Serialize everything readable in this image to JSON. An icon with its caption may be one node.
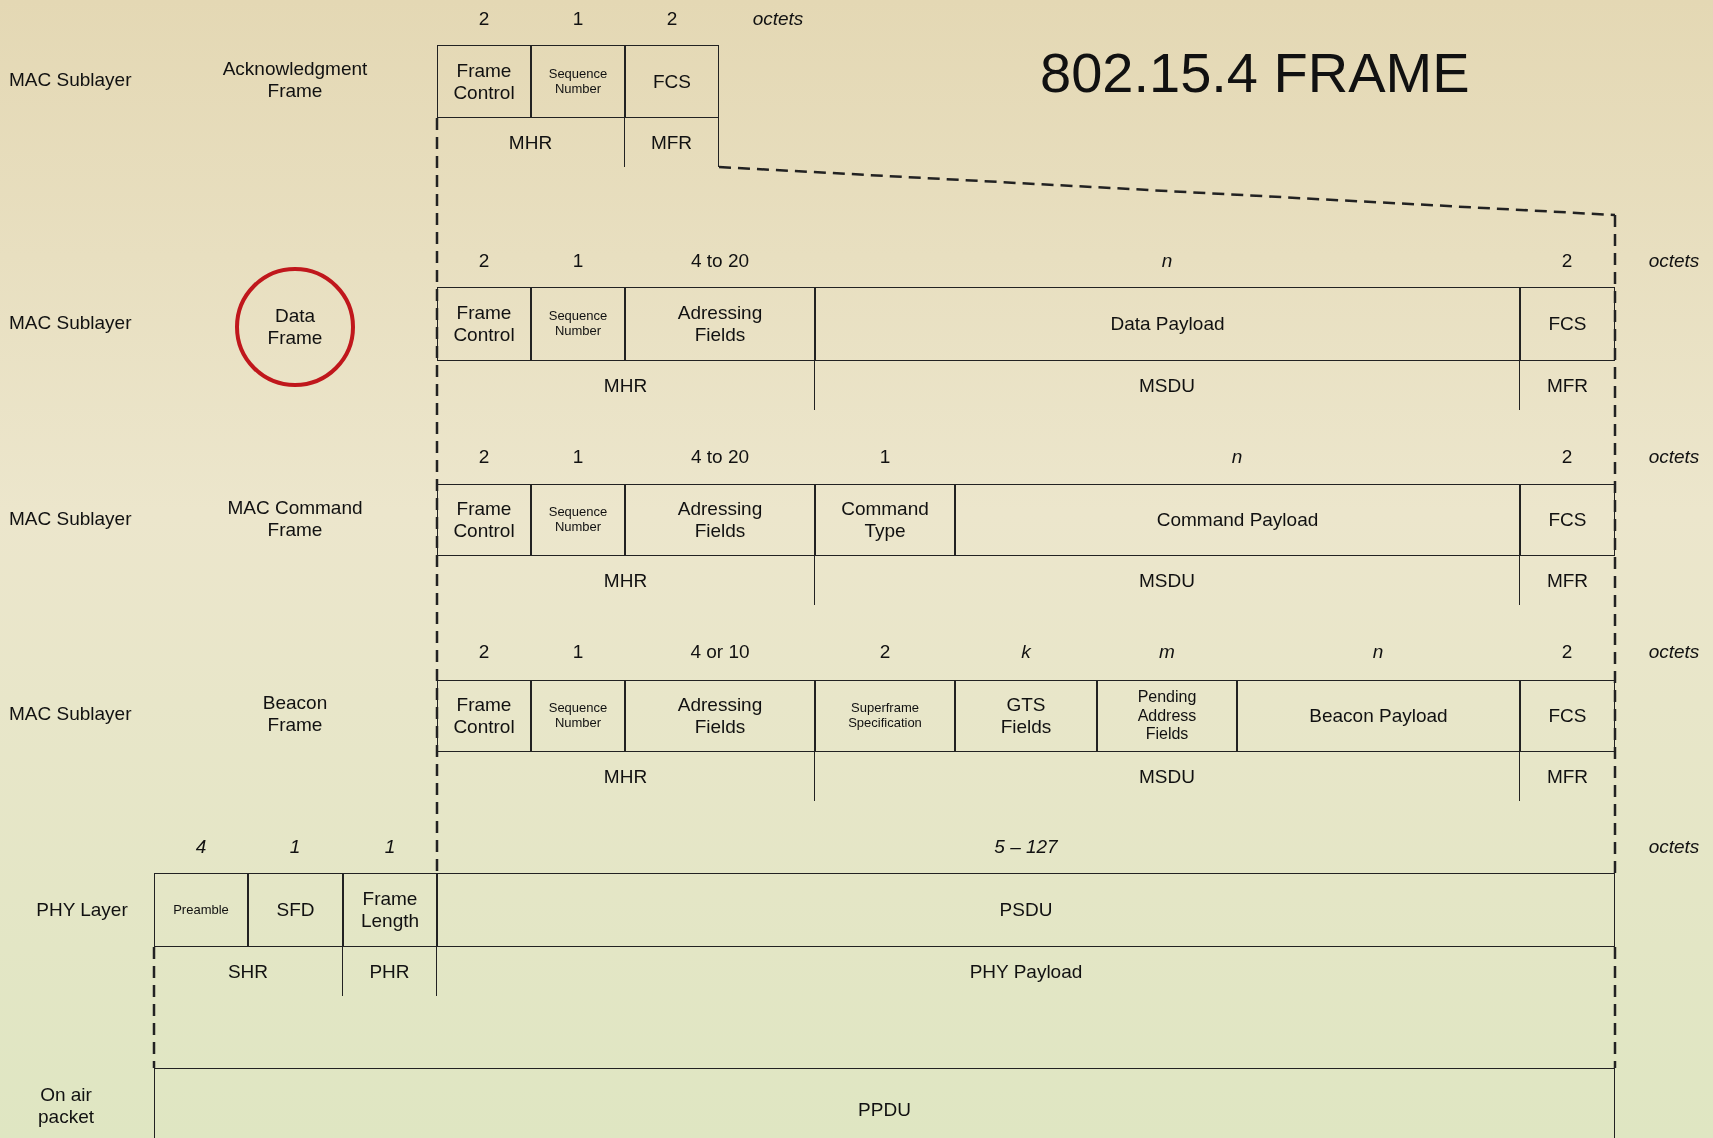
{
  "diagram": {
    "title": "802.15.4 FRAME",
    "nodes": [
      {
        "text": [
          "Frame Control"
        ]
      },
      {
        "text": [
          "Sequence Number"
        ]
      },
      {
        "text": [
          "FCS"
        ]
      },
      {
        "text": [
          "MHR"
        ]
      },
      {
        "text": [
          "MFR"
        ]
      },
      {
        "text": [
          "Data Frame"
        ]
      },
      {
        "text": [
          "Frame Control"
        ]
      },
      {
        "text": [
          "Sequence Number"
        ]
      },
      {
        "text": [
          "Adressing Fields"
        ]
      },
      {
        "text": [
          "Data Payload"
        ]
      },
      {
        "text": [
          "FCS"
        ]
      },
      {
        "text": [
          "MHR"
        ]
      },
      {
        "text": [
          "MSDU"
        ]
      },
      {
        "text": [
          "MFR"
        ]
      },
      {
        "text": [
          "Frame Control"
        ]
      },
      {
        "text": [
          "Sequence Number"
        ]
      },
      {
        "text": [
          "Adressing Fields"
        ]
      },
      {
        "text": [
          "Command Type"
        ]
      },
      {
        "text": [
          "Command Payload"
        ]
      },
      {
        "text": [
          "FCS"
        ]
      },
      {
        "text": [
          "MHR"
        ]
      },
      {
        "text": [
          "MSDU"
        ]
      },
      {
        "text": [
          "MFR"
        ]
      },
      {
        "text": [
          "Frame Control"
        ]
      },
      {
        "text": [
          "Sequence Number"
        ]
      },
      {
        "text": [
          "Adressing Fields"
        ]
      },
      {
        "text": [
          "Superframe Specification"
        ]
      },
      {
        "text": [
          "GTS Fields"
        ]
      },
      {
        "text": [
          "Pending Address Fields"
        ]
      },
      {
        "text": [
          "Beacon Payload"
        ]
      },
      {
        "text": [
          "FCS"
        ]
      },
      {
        "text": [
          "MHR"
        ]
      },
      {
        "text": [
          "MSDU"
        ]
      },
      {
        "text": [
          "MFR"
        ]
      },
      {
        "text": [
          "Preamble"
        ]
      },
      {
        "text": [
          "SFD"
        ]
      },
      {
        "text": [
          "Frame Length"
        ]
      },
      {
        "text": [
          "PSDU"
        ]
      },
      {
        "text": [
          "SHR"
        ]
      },
      {
        "text": [
          "PHR"
        ]
      },
      {
        "text": [
          "PHY Payload"
        ]
      },
      {
        "text": [
          "PPDU"
        ]
      }
    ],
    "labels": [
      "2",
      "1",
      "2",
      "octets",
      "MAC Sublayer",
      "Acknowledgment Frame",
      "2",
      "1",
      "4 to 20",
      "n",
      "2",
      "octets",
      "MAC Sublayer",
      "2",
      "1",
      "4 to 20",
      "1",
      "n",
      "2",
      "octets",
      "MAC Sublayer",
      "MAC Command Frame",
      "2",
      "1",
      "4 or 10",
      "2",
      "k",
      "m",
      "n",
      "2",
      "octets",
      "MAC Sublayer",
      "Beacon Frame",
      "4",
      "1",
      "1",
      "5 – 127",
      "octets",
      "PHY Layer",
      "On air packet"
    ]
  }
}
